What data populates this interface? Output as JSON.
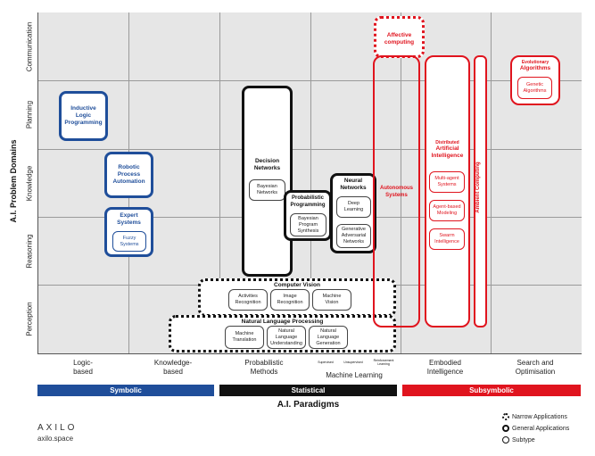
{
  "axes": {
    "y_title": "A.I. Problem Domains",
    "x_title": "A.I. Paradigms",
    "y_categories": [
      "Communication",
      "Planning",
      "Knowledge",
      "Reasoning",
      "Perception"
    ],
    "x_categories": [
      "Logic-\nbased",
      "Knowledge-\nbased",
      "Probabilistic\nMethods",
      "Machine Learning",
      "Embodied\nIntelligence",
      "Search and\nOptimisation"
    ],
    "ml_subtypes": [
      "Supervised",
      "Unsupervised",
      "Reinforcement\nLearning"
    ]
  },
  "paradigm_bars": [
    {
      "label": "Symbolic",
      "color": "#1f4e9a"
    },
    {
      "label": "Statistical",
      "color": "#111111"
    },
    {
      "label": "Subsymbolic",
      "color": "#e0141e"
    }
  ],
  "nodes": {
    "inductive_logic_programming": "Inductive\nLogic\nProgramming",
    "robotic_process_automation": "Robotic\nProcess\nAutomation",
    "expert_systems": "Expert\nSystems",
    "fuzzy_systems": "Fuzzy\nSystems",
    "decision_networks": "Decision\nNetworks",
    "bayesian_networks": "Bayesian\nNetworks",
    "probabilistic_programming": "Probabilistic\nProgramming",
    "bayesian_program_synthesis": "Bayesian\nProgram\nSynthesis",
    "neural_networks": "Neural\nNetworks",
    "deep_learning": "Deep\nLearning",
    "gan": "Generative\nAdversarial\nNetworks",
    "computer_vision": "Computer Vision",
    "activities_recognition": "Activities\nRecognition",
    "image_recognition": "Image\nRecognition",
    "machine_vision": "Machine\nVision",
    "nlp": "Natural Language Processing",
    "machine_translation": "Machine\nTranslation",
    "nlu": "Natural\nLanguage\nUnderstanding",
    "nlg": "Natural\nLanguage\nGeneration",
    "affective_computing": "Affective\ncomputing",
    "autonomous_systems": "Autonomous\nSystems",
    "distributed_ai_small": "Distributed",
    "distributed_ai": "Artificial\nIntelligence",
    "multi_agent": "Multi-agent\nSystems",
    "agent_based": "Agent-based\nModeling",
    "swarm": "Swarm\nIntelligence",
    "ambient_computing": "Ambient Computing",
    "evolutionary_small": "Evolutionary",
    "evolutionary": "Algorithms",
    "genetic_algorithms": "Genetic\nAlgorithms"
  },
  "brand": {
    "name": "AXILO",
    "url": "axilo.space"
  },
  "legend": [
    "Narrow Applications",
    "General Applications",
    "Subtype"
  ]
}
